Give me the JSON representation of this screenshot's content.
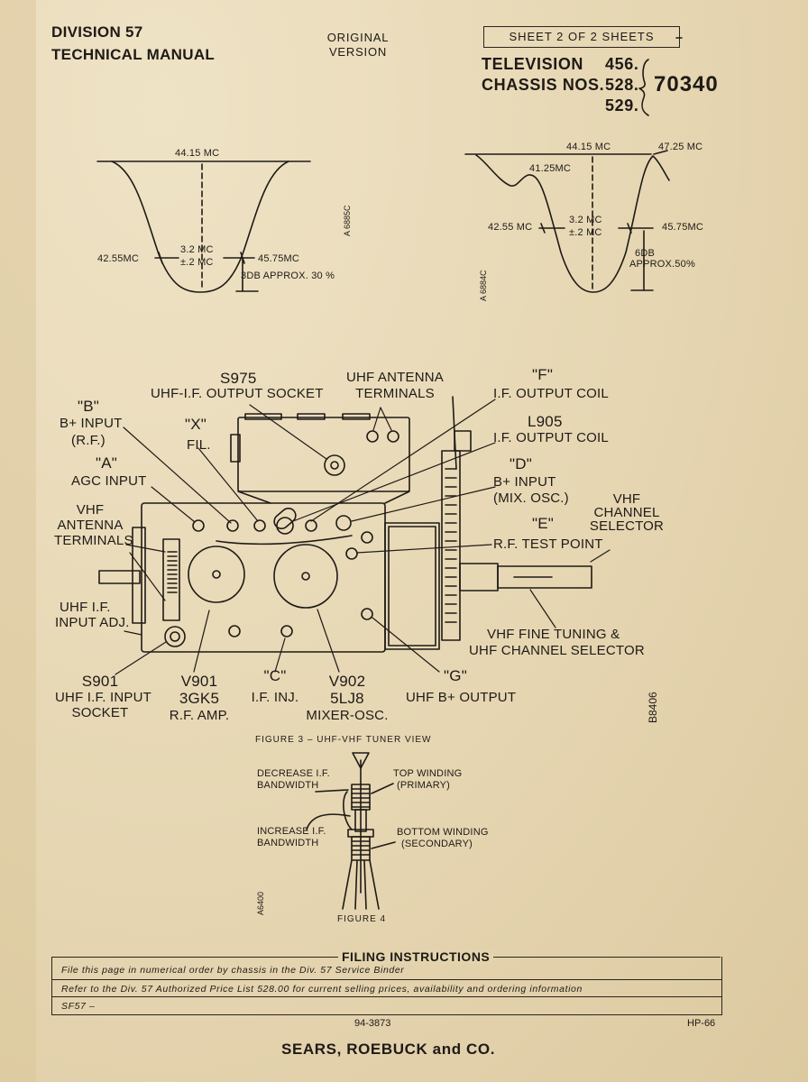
{
  "header": {
    "division": "DIVISION 57",
    "manual": "TECHNICAL MANUAL",
    "version_line1": "ORIGINAL",
    "version_line2": "VERSION",
    "sheet": "SHEET 2 OF 2 SHEETS",
    "product": "TELEVISION",
    "chassis_label": "CHASSIS NOS.",
    "chassis_numbers": [
      "456.",
      "528.",
      "529."
    ],
    "model": "70340"
  },
  "curve_left": {
    "top": "44.15 MC",
    "left": "42.55MC",
    "right": "45.75MC",
    "center1": "3.2 MC",
    "center2": "±.2 MC",
    "note": "3DB APPROX. 30 %",
    "ref": "A 6885C"
  },
  "curve_right": {
    "top": "44.15 MC",
    "top_right": "47.25 MC",
    "peak": "41.25MC",
    "left": "42.55 MC",
    "right": "45.75MC",
    "center1": "3.2 MC",
    "center2": "±.2 MC",
    "note1": "6DB",
    "note2": "APPROX.50%",
    "ref": "A 6884C"
  },
  "tuner": {
    "s975_1": "S975",
    "s975_2": "UHF-I.F. OUTPUT SOCKET",
    "uhf_ant_1": "UHF ANTENNA",
    "uhf_ant_2": "TERMINALS",
    "f_1": "\"F\"",
    "f_2": "I.F. OUTPUT COIL",
    "l905_1": "L905",
    "l905_2": "I.F. OUTPUT COIL",
    "b_1": "\"B\"",
    "b_2": "B+ INPUT",
    "b_3": "(R.F.)",
    "x_1": "\"X\"",
    "x_2": "FIL.",
    "a_1": "\"A\"",
    "a_2": "AGC INPUT",
    "d_1": "\"D\"",
    "d_2": "B+ INPUT",
    "d_3": "(MIX. OSC.)",
    "vhf_ant_1": "VHF",
    "vhf_ant_2": "ANTENNA",
    "vhf_ant_3": "TERMINALS",
    "vhf_sel_1": "VHF",
    "vhf_sel_2": "CHANNEL",
    "vhf_sel_3": "SELECTOR",
    "e_1": "\"E\"",
    "e_2": "R.F. TEST POINT",
    "uhf_if_1": "UHF I.F.",
    "uhf_if_2": "INPUT ADJ.",
    "fine_1": "VHF FINE TUNING &",
    "fine_2": "UHF CHANNEL SELECTOR",
    "s901_1": "S901",
    "s901_2": "UHF I.F. INPUT",
    "s901_3": "SOCKET",
    "v901_1": "V901",
    "v901_2": "3GK5",
    "v901_3": "R.F. AMP.",
    "c_1": "\"C\"",
    "c_2": "I.F. INJ.",
    "v902_1": "V902",
    "v902_2": "5LJ8",
    "v902_3": "MIXER-OSC.",
    "g_1": "\"G\"",
    "g_2": "UHF B+ OUTPUT",
    "ref": "B8406",
    "caption": "FIGURE 3 – UHF-VHF TUNER VIEW"
  },
  "coil": {
    "decrease_1": "DECREASE I.F.",
    "decrease_2": "BANDWIDTH",
    "top_1": "TOP WINDING",
    "top_2": "(PRIMARY)",
    "increase_1": "INCREASE I.F.",
    "increase_2": "BANDWIDTH",
    "bottom_1": "BOTTOM WINDING",
    "bottom_2": "(SECONDARY)",
    "ref": "A6400",
    "caption": "FIGURE 4"
  },
  "filing": {
    "title": "FILING INSTRUCTIONS",
    "line1": "File this page in numerical order by chassis in the Div. 57 Service Binder",
    "line2": "Refer to the Div. 57 Authorized Price List 528.00 for current selling prices, availability and ordering information",
    "line3": "SF57 –"
  },
  "footer": {
    "code": "94-3873",
    "hp": "HP-66",
    "company": "SEARS, ROEBUCK and CO."
  },
  "colors": {
    "paper": "#e9dcbd",
    "ink": "#1e1a16"
  }
}
